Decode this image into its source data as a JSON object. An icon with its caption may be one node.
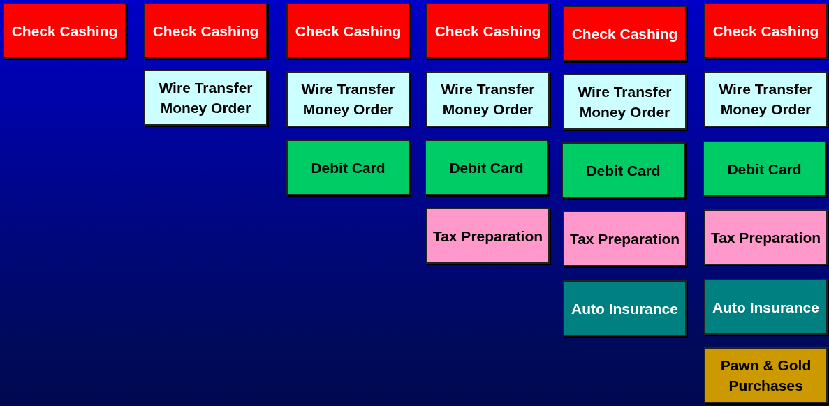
{
  "diagram": {
    "nodes": [
      {
        "text": [
          "Check Cashing"
        ]
      },
      {
        "text": [
          "Check Cashing"
        ]
      },
      {
        "text": [
          "Wire Transfer Money Order"
        ]
      },
      {
        "text": [
          "Check Cashing"
        ]
      },
      {
        "text": [
          "Wire Transfer Money Order"
        ]
      },
      {
        "text": [
          "Debit Card"
        ]
      },
      {
        "text": [
          "Check Cashing"
        ]
      },
      {
        "text": [
          "Wire Transfer Money Order"
        ]
      },
      {
        "text": [
          "Debit Card"
        ]
      },
      {
        "text": [
          "Tax Preparation"
        ]
      },
      {
        "text": [
          "Check Cashing"
        ]
      },
      {
        "text": [
          "Wire Transfer Money Order"
        ]
      },
      {
        "text": [
          "Debit Card"
        ]
      },
      {
        "text": [
          "Tax Preparation"
        ]
      },
      {
        "text": [
          "Auto Insurance"
        ]
      },
      {
        "text": [
          "Check Cashing"
        ]
      },
      {
        "text": [
          "Wire Transfer Money Order"
        ]
      },
      {
        "text": [
          "Debit Card"
        ]
      },
      {
        "text": [
          "Tax Preparation"
        ]
      },
      {
        "text": [
          "Auto Insurance"
        ]
      },
      {
        "text": [
          "Pawn & Gold Purchases"
        ]
      }
    ]
  }
}
